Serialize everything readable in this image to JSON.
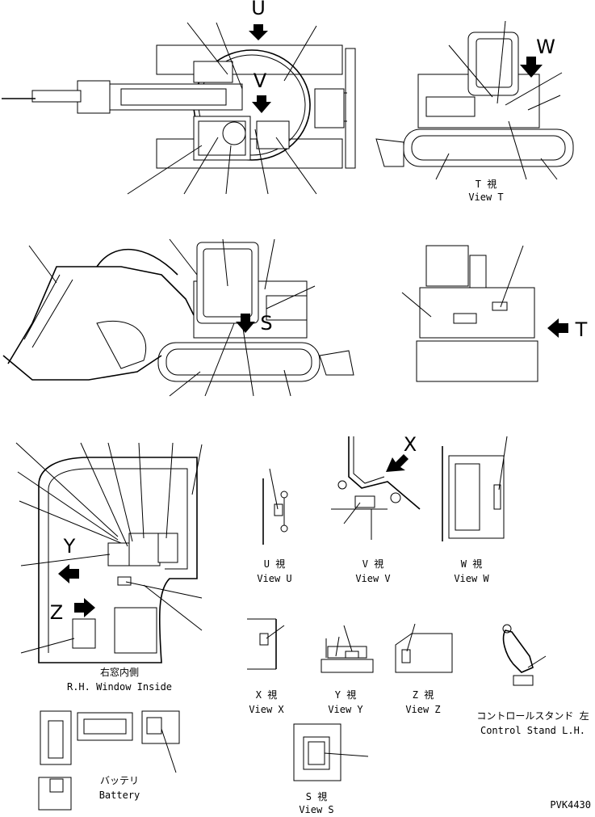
{
  "view_markers": {
    "U": "U",
    "V": "V",
    "W": "W",
    "T": "T",
    "X": "X",
    "Y": "Y",
    "Z": "Z",
    "S": "S"
  },
  "captions": {
    "view_t": {
      "jp": "T 視",
      "en": "View T"
    },
    "view_u": {
      "jp": "U 視",
      "en": "View U"
    },
    "view_v": {
      "jp": "V 視",
      "en": "View V"
    },
    "view_w": {
      "jp": "W 視",
      "en": "View W"
    },
    "rh_window": {
      "jp": "右窓内側",
      "en": "R.H. Window Inside"
    },
    "view_x": {
      "jp": "X 視",
      "en": "View X"
    },
    "view_y": {
      "jp": "Y 視",
      "en": "View Y"
    },
    "view_z": {
      "jp": "Z 視",
      "en": "View Z"
    },
    "control_stand": {
      "jp": "コントロールスタンド 左",
      "en": "Control Stand L.H."
    },
    "battery": {
      "jp": "バッテリ",
      "en": "Battery"
    },
    "view_s": {
      "jp": "S 視",
      "en": "View S"
    }
  },
  "drawing_id": "PVK4430"
}
